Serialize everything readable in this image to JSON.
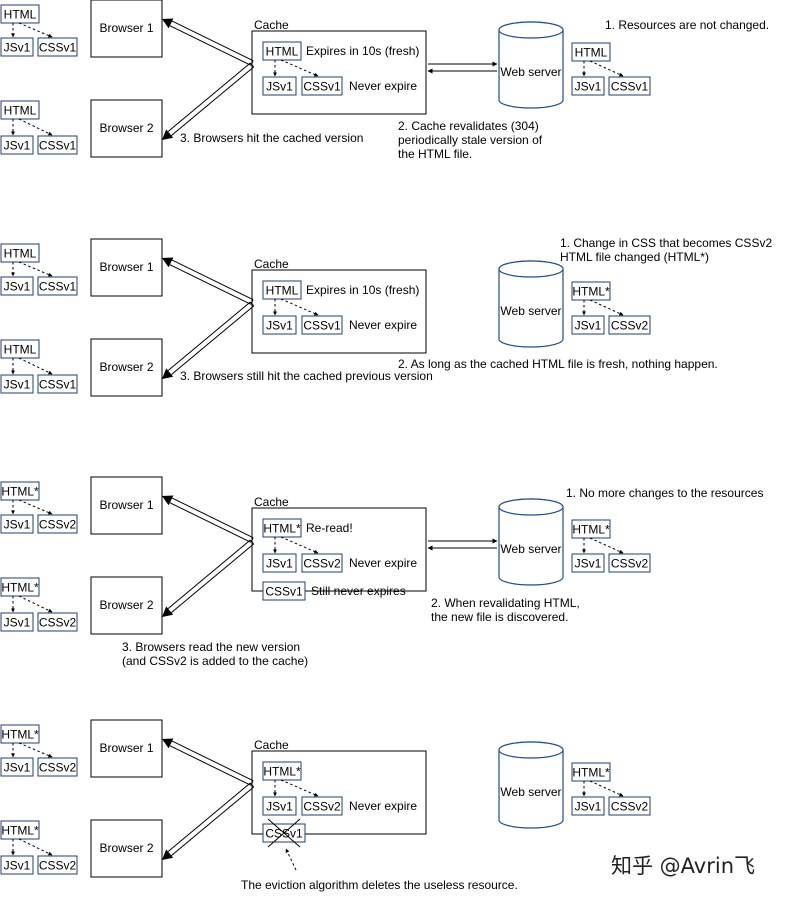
{
  "files": {
    "html": "HTML",
    "html_new": "HTML*",
    "js": "JSv1",
    "css1": "CSSv1",
    "css2": "CSSv2"
  },
  "labels": {
    "browser1": "Browser 1",
    "browser2": "Browser 2",
    "cache": "Cache",
    "web_server": "Web server",
    "expires_fresh": "Expires in 10s (fresh)",
    "never_expire": "Never expire",
    "re_read": "Re-read!",
    "still_never_expires": "Still never expires"
  },
  "panels": [
    {
      "notes": {
        "server": "1. Resources are not changed.",
        "revalidate": [
          "2. Cache revalidates (304)",
          "periodically stale version of",
          "the HTML file."
        ],
        "browsers": "3. Browsers hit the cached version"
      }
    },
    {
      "notes": {
        "server": [
          "1. Change in CSS that becomes CSSv2",
          "HTML file changed (HTML*)"
        ],
        "fresh": "2. As long as the cached HTML file is fresh, nothing happen.",
        "browsers": "3. Browsers still hit the cached previous version"
      }
    },
    {
      "notes": {
        "server": "1. No more changes to the resources",
        "revalidate": [
          "2. When revalidating HTML,",
          "the new file is discovered."
        ],
        "browsers": [
          "3. Browsers read the new version",
          "(and CSSv2 is added to the cache)"
        ]
      }
    },
    {
      "notes": {
        "eviction": "The eviction algorithm deletes the useless resource."
      }
    }
  ],
  "watermark": "知乎 @Avrin飞"
}
